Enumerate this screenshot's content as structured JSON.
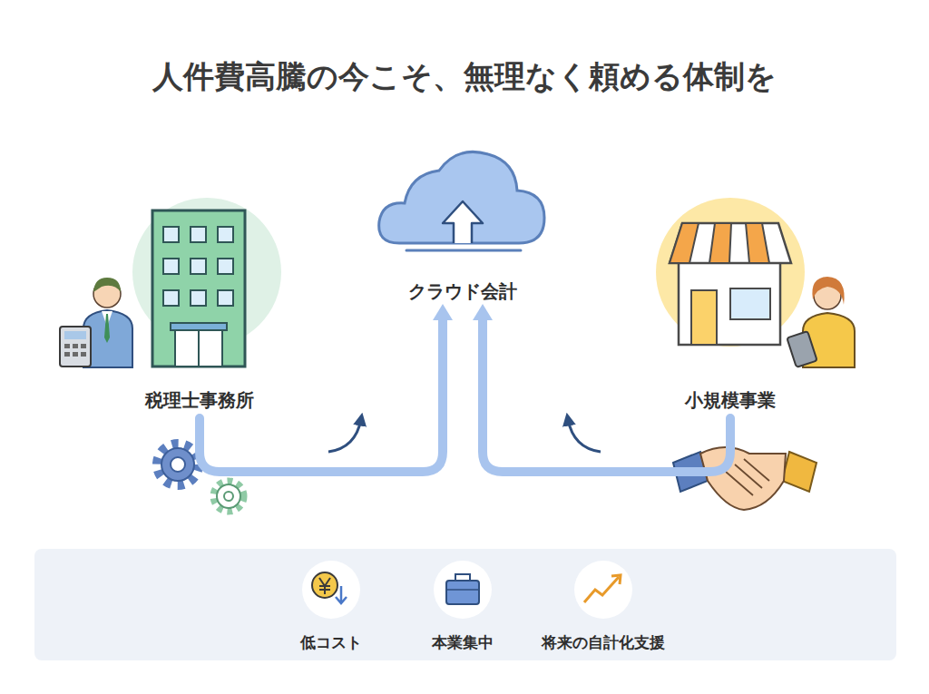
{
  "diagram": {
    "title": "人件費高騰の今こそ、無理なく頼める体制を",
    "nodes": [
      {
        "text": [
          "税理士事務所"
        ]
      },
      {
        "text": [
          "クラウド会計"
        ]
      },
      {
        "text": [
          "小規模事業"
        ]
      },
      {
        "text": [
          "低コスト"
        ]
      },
      {
        "text": [
          "本業集中"
        ]
      },
      {
        "text": [
          "将来の自計化支援"
        ]
      }
    ],
    "edges": [
      {
        "from": 0,
        "to": 1,
        "arrow": "to"
      },
      {
        "from": 2,
        "to": 1,
        "arrow": "to"
      }
    ]
  }
}
